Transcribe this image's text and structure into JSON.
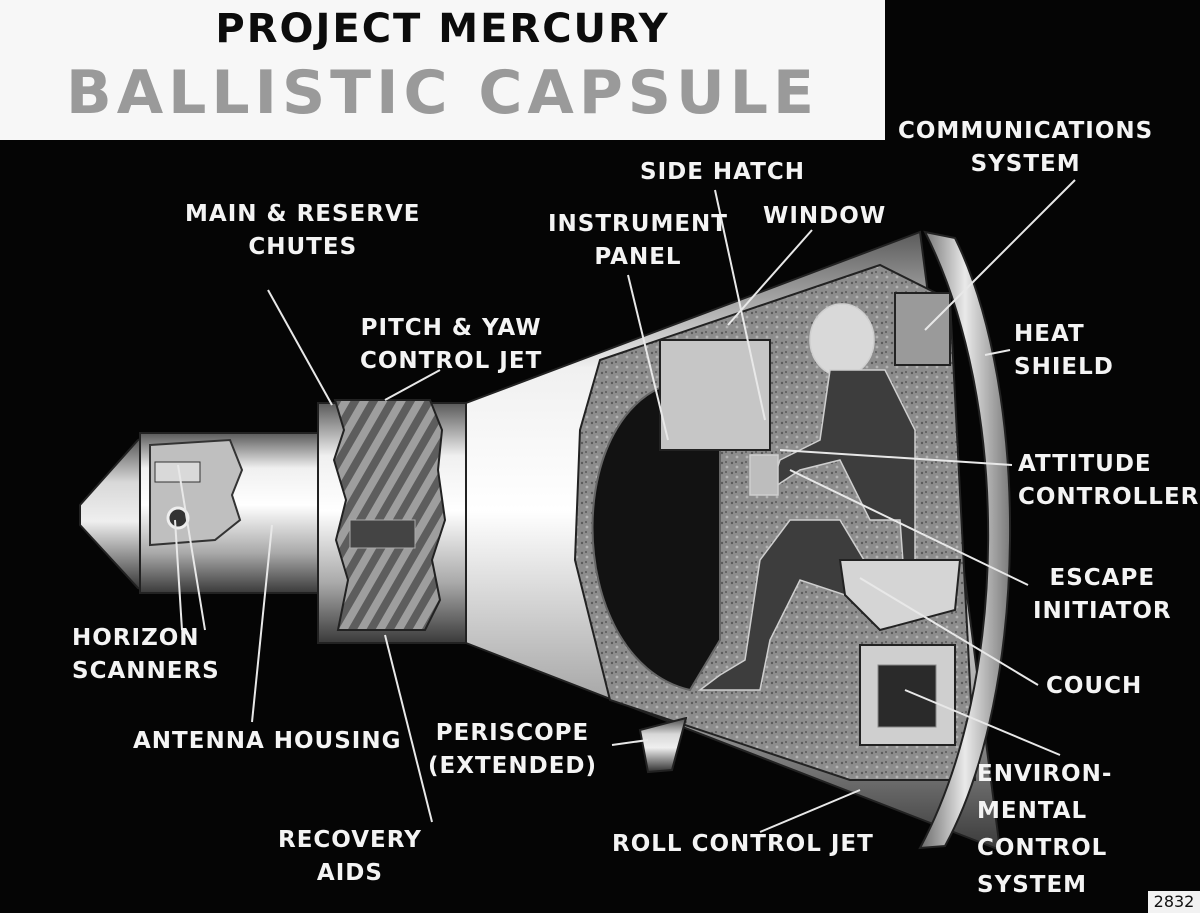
{
  "title": {
    "line1": "PROJECT MERCURY",
    "line2": "BALLISTIC CAPSULE"
  },
  "labels": {
    "communications_system": "COMMUNICATIONS\nSYSTEM",
    "side_hatch": "SIDE HATCH",
    "instrument_panel": "INSTRUMENT\nPANEL",
    "window": "WINDOW",
    "main_reserve_chutes": "MAIN & RESERVE\nCHUTES",
    "pitch_yaw_control_jet": "PITCH & YAW\nCONTROL JET",
    "heat_shield": "HEAT\nSHIELD",
    "attitude_controller": "ATTITUDE\nCONTROLLER",
    "escape_initiator": "ESCAPE\nINITIATOR",
    "couch": "COUCH",
    "horizon_scanners": "HORIZON\nSCANNERS",
    "antenna_housing": "ANTENNA HOUSING",
    "periscope": "PERISCOPE\n(EXTENDED)",
    "recovery_aids": "RECOVERY\nAIDS",
    "roll_control_jet": "ROLL CONTROL JET",
    "environmental_control_system": "ENVIRON-\nMENTAL\nCONTROL\nSYSTEM"
  },
  "plate_number": "2832",
  "colors": {
    "background": "#050505",
    "title_panel": "#f7f7f7",
    "title_dark_text": "#0c0c0c",
    "title_gray_text": "#9a9a9a",
    "label_text": "#f4f4f4",
    "leader_lines": "#e8e8e8"
  }
}
